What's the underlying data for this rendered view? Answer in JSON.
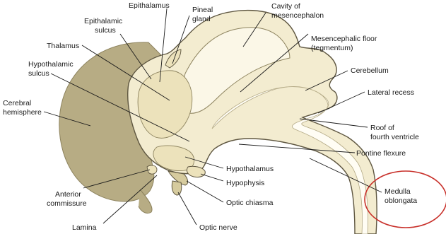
{
  "diagram": {
    "labels": {
      "epithalamus": "Epithalamus",
      "epithalamic_sulcus_1": "Epithalamic",
      "epithalamic_sulcus_2": "sulcus",
      "pineal_gland_1": "Pineal",
      "pineal_gland_2": "gland",
      "cavity_1": "Cavity of",
      "cavity_2": "mesencephalon",
      "mes_floor_1": "Mesencephalic floor",
      "mes_floor_2": "(tegmentum)",
      "thalamus": "Thalamus",
      "hypothalamic_sulcus_1": "Hypothalamic",
      "hypothalamic_sulcus_2": "sulcus",
      "cerebellum": "Cerebellum",
      "lateral_recess": "Lateral recess",
      "cerebral_hemisphere_1": "Cerebral",
      "cerebral_hemisphere_2": "hemisphere",
      "roof_1": "Roof of",
      "roof_2": "fourth ventricle",
      "pontine_flexure": "Pontine flexure",
      "hypothalamus": "Hypothalamus",
      "hypophysis": "Hypophysis",
      "optic_chiasma": "Optic chiasma",
      "medulla_1": "Medulla",
      "medulla_2": "oblongata",
      "anterior_commissure_1": "Anterior",
      "anterior_commissure_2": "commissure",
      "lamina": "Lamina",
      "optic_nerve": "Optic nerve"
    },
    "colors": {
      "hemisphere": "#b7ac84",
      "hemisphere_edge": "#8d835e",
      "brainstem": "#f3ecd0",
      "brainstem_edge": "#5e5640",
      "highlight_circle": "#c8302a"
    }
  }
}
